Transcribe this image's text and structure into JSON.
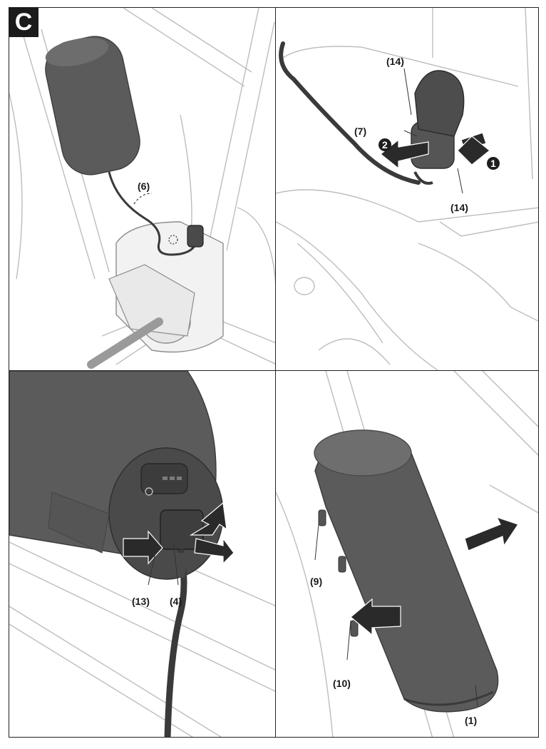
{
  "figure": {
    "tag": "C"
  },
  "panels": [
    {
      "id": "mount-overview",
      "callouts": [
        {
          "id": "cable",
          "text": "(6)"
        }
      ]
    },
    {
      "id": "connector-release",
      "callouts": [
        {
          "id": "cover-top",
          "text": "(14)"
        },
        {
          "id": "plug",
          "text": "(7)"
        },
        {
          "id": "cover-bottom",
          "text": "(14)"
        }
      ],
      "steps": [
        {
          "id": "step-1",
          "text": "1"
        },
        {
          "id": "step-2",
          "text": "2"
        }
      ]
    },
    {
      "id": "battery-plug",
      "callouts": [
        {
          "id": "socket",
          "text": "(13)"
        },
        {
          "id": "plug",
          "text": "(4)"
        }
      ]
    },
    {
      "id": "battery-removal",
      "callouts": [
        {
          "id": "latch-top",
          "text": "(9)"
        },
        {
          "id": "latch-bottom",
          "text": "(10)"
        },
        {
          "id": "battery",
          "text": "(1)"
        }
      ]
    }
  ],
  "colors": {
    "body": "#5b5b5b",
    "body_dark": "#3e3e3e",
    "body_light": "#7a7a7a",
    "line": "#b9b9b9",
    "arrow": "#2a2a2a"
  }
}
